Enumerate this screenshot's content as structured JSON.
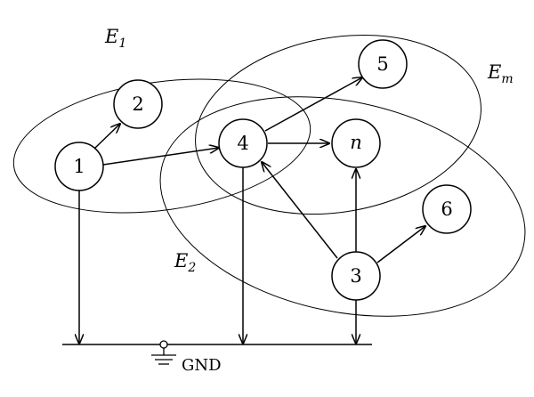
{
  "nodes": {
    "n1": "1",
    "n2": "2",
    "n3": "3",
    "n4": "4",
    "n5": "5",
    "n6": "6",
    "nn": "n"
  },
  "sets": {
    "e1": {
      "letter": "E",
      "subscript": "1"
    },
    "e2": {
      "letter": "E",
      "subscript": "2"
    },
    "em": {
      "letter": "E",
      "subscript": "m"
    }
  },
  "ground": {
    "label": "GND"
  }
}
